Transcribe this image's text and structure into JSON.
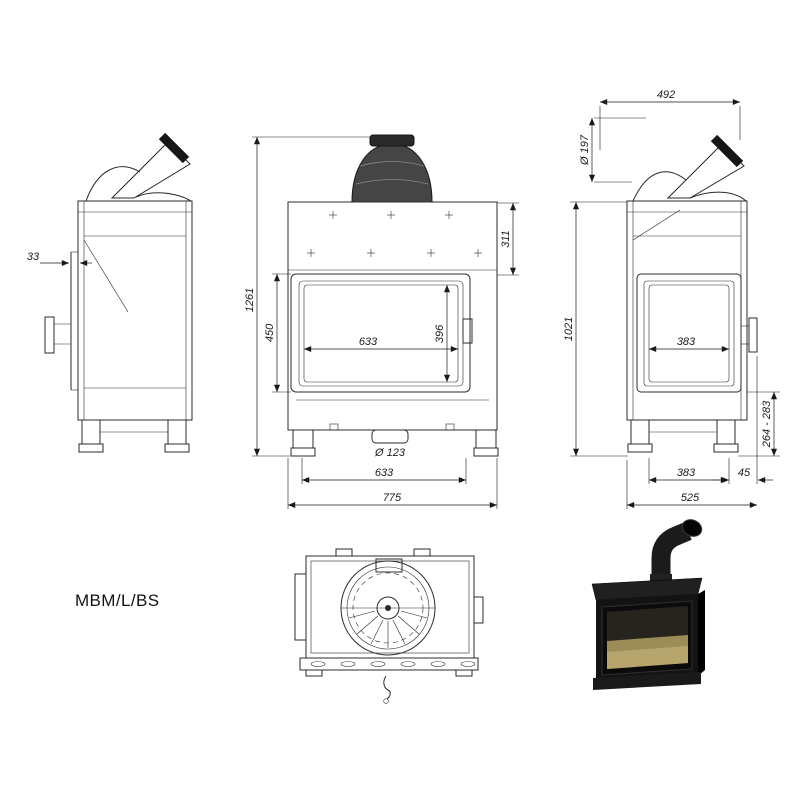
{
  "drawing": {
    "model_label": "MBM/L/BS"
  },
  "dimensions": {
    "left_view": {
      "glass_offset": "33"
    },
    "front_view": {
      "total_height": "1261",
      "door_height": "450",
      "glass_height": "396",
      "glass_width_inner": "633",
      "upper_section_height": "311",
      "air_inlet_diameter": "Ø 123",
      "glass_width_bottom": "633",
      "total_width": "775"
    },
    "right_view": {
      "top_depth": "492",
      "flue_diameter": "Ø 197",
      "body_height": "1021",
      "side_glass_width": "383",
      "base_height_range": "264 - 283",
      "depth_side_glass": "383",
      "front_offset": "45",
      "total_depth": "525"
    }
  }
}
